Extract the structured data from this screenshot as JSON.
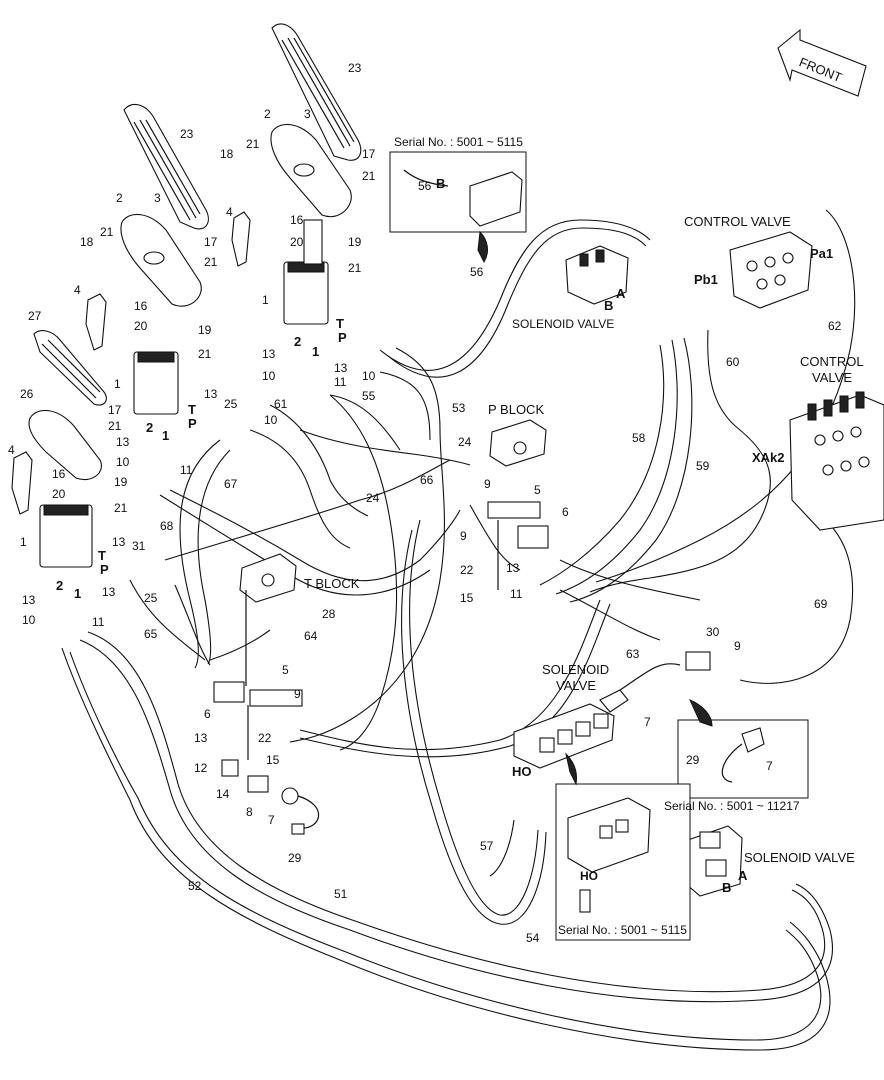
{
  "header": {
    "front_label": "FRONT"
  },
  "blocks": {
    "control_valve_1": "CONTROL VALVE",
    "control_valve_2a": "CONTROL",
    "control_valve_2b": "VALVE",
    "p_block": "P BLOCK",
    "t_block": "T BLOCK",
    "solenoid_valve_top": "SOLENOID VALVE",
    "solenoid_valve_mid_a": "SOLENOID",
    "solenoid_valve_mid_b": "VALVE",
    "solenoid_valve_bottom": "SOLENOID VALVE"
  },
  "ports": {
    "pa1": "Pa1",
    "pb1": "Pb1",
    "xak2": "XAk2",
    "ho": "HO",
    "ho_inset": "HO",
    "a_top": "A",
    "b_top": "B",
    "b_inset": "B",
    "a_bottom": "A",
    "b_bottom": "B",
    "t1": "T",
    "p1": "P",
    "t2": "T",
    "p2": "P",
    "t3": "T",
    "p3": "P",
    "n1": "1",
    "n2": "2",
    "n1b": "1",
    "n2b": "2",
    "n1c": "1",
    "n2c": "2"
  },
  "insets": {
    "serial_top": "Serial No. : 5001 ~ 5115",
    "serial_right": "Serial No. : 5001 ~ 11217",
    "serial_bottom": "Serial No. : 5001 ~ 5115"
  },
  "callouts": [
    {
      "id": "c23a",
      "text": "23"
    },
    {
      "id": "c23b",
      "text": "23"
    },
    {
      "id": "c2a",
      "text": "2"
    },
    {
      "id": "c3a",
      "text": "3"
    },
    {
      "id": "c21a",
      "text": "21"
    },
    {
      "id": "c18a",
      "text": "18"
    },
    {
      "id": "c17a",
      "text": "17"
    },
    {
      "id": "c21b",
      "text": "21"
    },
    {
      "id": "c2b",
      "text": "2"
    },
    {
      "id": "c3b",
      "text": "3"
    },
    {
      "id": "c21c",
      "text": "21"
    },
    {
      "id": "c18b",
      "text": "18"
    },
    {
      "id": "c17b",
      "text": "17"
    },
    {
      "id": "c21d",
      "text": "21"
    },
    {
      "id": "c4a",
      "text": "4"
    },
    {
      "id": "c16a",
      "text": "16"
    },
    {
      "id": "c20a",
      "text": "20"
    },
    {
      "id": "c19a",
      "text": "19"
    },
    {
      "id": "c21e",
      "text": "21"
    },
    {
      "id": "c1a",
      "text": "1"
    },
    {
      "id": "c13a",
      "text": "13"
    },
    {
      "id": "c10a",
      "text": "10"
    },
    {
      "id": "c13b",
      "text": "13"
    },
    {
      "id": "c11a",
      "text": "11"
    },
    {
      "id": "c10b",
      "text": "10"
    },
    {
      "id": "c27",
      "text": "27"
    },
    {
      "id": "c4b",
      "text": "4"
    },
    {
      "id": "c16b",
      "text": "16"
    },
    {
      "id": "c20b",
      "text": "20"
    },
    {
      "id": "c19b",
      "text": "19"
    },
    {
      "id": "c21f",
      "text": "21"
    },
    {
      "id": "c1b",
      "text": "1"
    },
    {
      "id": "c26",
      "text": "26"
    },
    {
      "id": "c17c",
      "text": "17"
    },
    {
      "id": "c21g",
      "text": "21"
    },
    {
      "id": "c13c",
      "text": "13"
    },
    {
      "id": "c25a",
      "text": "25"
    },
    {
      "id": "c10c",
      "text": "10"
    },
    {
      "id": "c13d",
      "text": "13"
    },
    {
      "id": "c10d",
      "text": "10"
    },
    {
      "id": "c11b",
      "text": "11"
    },
    {
      "id": "c61",
      "text": "61"
    },
    {
      "id": "c55",
      "text": "55"
    },
    {
      "id": "c53",
      "text": "53"
    },
    {
      "id": "c4c",
      "text": "4"
    },
    {
      "id": "c16c",
      "text": "16"
    },
    {
      "id": "c20c",
      "text": "20"
    },
    {
      "id": "c19c",
      "text": "19"
    },
    {
      "id": "c21h",
      "text": "21"
    },
    {
      "id": "c1c",
      "text": "1"
    },
    {
      "id": "c13e",
      "text": "13"
    },
    {
      "id": "c31",
      "text": "31"
    },
    {
      "id": "c13f",
      "text": "13"
    },
    {
      "id": "c25b",
      "text": "25"
    },
    {
      "id": "c13g",
      "text": "13"
    },
    {
      "id": "c10e",
      "text": "10"
    },
    {
      "id": "c11c",
      "text": "11"
    },
    {
      "id": "c65",
      "text": "65"
    },
    {
      "id": "c68",
      "text": "68"
    },
    {
      "id": "c67",
      "text": "67"
    },
    {
      "id": "c24a",
      "text": "24"
    },
    {
      "id": "c66",
      "text": "66"
    },
    {
      "id": "c24b",
      "text": "24"
    },
    {
      "id": "c9a",
      "text": "9"
    },
    {
      "id": "c9b",
      "text": "9"
    },
    {
      "id": "c5a",
      "text": "5"
    },
    {
      "id": "c6a",
      "text": "6"
    },
    {
      "id": "c22a",
      "text": "22"
    },
    {
      "id": "c15a",
      "text": "15"
    },
    {
      "id": "c13h",
      "text": "13"
    },
    {
      "id": "c11d",
      "text": "11"
    },
    {
      "id": "c28",
      "text": "28"
    },
    {
      "id": "c64",
      "text": "64"
    },
    {
      "id": "c5b",
      "text": "5"
    },
    {
      "id": "c9c",
      "text": "9"
    },
    {
      "id": "c6b",
      "text": "6"
    },
    {
      "id": "c13i",
      "text": "13"
    },
    {
      "id": "c22b",
      "text": "22"
    },
    {
      "id": "c12",
      "text": "12"
    },
    {
      "id": "c15b",
      "text": "15"
    },
    {
      "id": "c14",
      "text": "14"
    },
    {
      "id": "c8",
      "text": "8"
    },
    {
      "id": "c7a",
      "text": "7"
    },
    {
      "id": "c29a",
      "text": "29"
    },
    {
      "id": "c52",
      "text": "52"
    },
    {
      "id": "c51",
      "text": "51"
    },
    {
      "id": "c56a",
      "text": "56"
    },
    {
      "id": "c56b",
      "text": "56"
    },
    {
      "id": "c62",
      "text": "62"
    },
    {
      "id": "c60",
      "text": "60"
    },
    {
      "id": "c58",
      "text": "58"
    },
    {
      "id": "c59",
      "text": "59"
    },
    {
      "id": "c69",
      "text": "69"
    },
    {
      "id": "c63",
      "text": "63"
    },
    {
      "id": "c30",
      "text": "30"
    },
    {
      "id": "c9d",
      "text": "9"
    },
    {
      "id": "c7b",
      "text": "7"
    },
    {
      "id": "c29b",
      "text": "29"
    },
    {
      "id": "c7c",
      "text": "7"
    },
    {
      "id": "c57",
      "text": "57"
    },
    {
      "id": "c54",
      "text": "54"
    }
  ]
}
